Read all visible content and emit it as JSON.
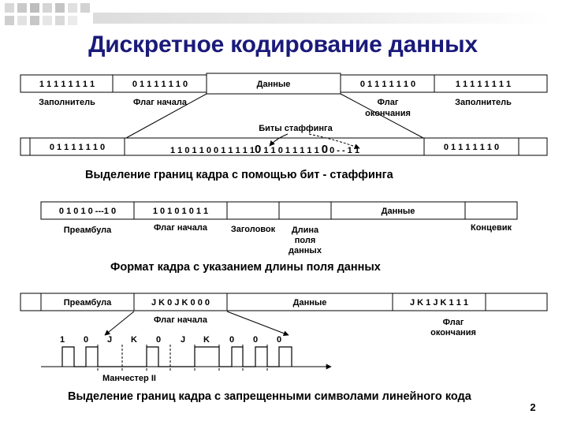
{
  "title": "Дискретное кодирование данных",
  "page_number": "2",
  "section1": {
    "cells": [
      "1 1 1 1 1 1 1 1",
      "0 1 1 1 1 1 1 0",
      "Данные",
      "0 1 1 1 1 1 1 0",
      "1 1 1 1 1 1 1 1"
    ],
    "labels": [
      "Заполнитель",
      "Флаг начала",
      "Флаг",
      "окончания",
      "Заполнитель"
    ],
    "stuffing_label": "Биты стаффинга",
    "row2_cells": [
      "0 1 1 1 1 1 1 0",
      "0 1 1 1 1 1 1 0"
    ],
    "bits_part1": "1 1 0 1 1 0 0 1 1 1 1 1",
    "bits_stuff1": "0",
    "bits_part2": "1 1 0 1 1 1 1 1",
    "bits_stuff2": "0",
    "bits_part3": "0 - - 1 1",
    "caption": "Выделение границ кадра с помощью бит - стаффинга"
  },
  "section2": {
    "cells": [
      "0 1 0 1 0 ---1 0",
      "1 0 1 0 1 0 1 1",
      "Данные"
    ],
    "labels": [
      "Преамбула",
      "Флаг начала",
      "Заголовок",
      "Длина",
      "поля",
      "данных",
      "Концевик"
    ],
    "caption": "Формат кадра с указанием длины поля данных"
  },
  "section3": {
    "cells": [
      "Преамбула",
      "J K 0 J K 0 0 0",
      "Данные",
      "J K 1 J K 1 1 1"
    ],
    "labels": [
      "Флаг начала",
      "Флаг",
      "окончания"
    ],
    "wave_symbols": [
      "1",
      "0",
      "J",
      "K",
      "0",
      "J",
      "K",
      "0",
      "0",
      "0"
    ],
    "wave_label": "Манчестер II",
    "caption": "Выделение границ кадра с запрещенными символами линейного кода"
  }
}
